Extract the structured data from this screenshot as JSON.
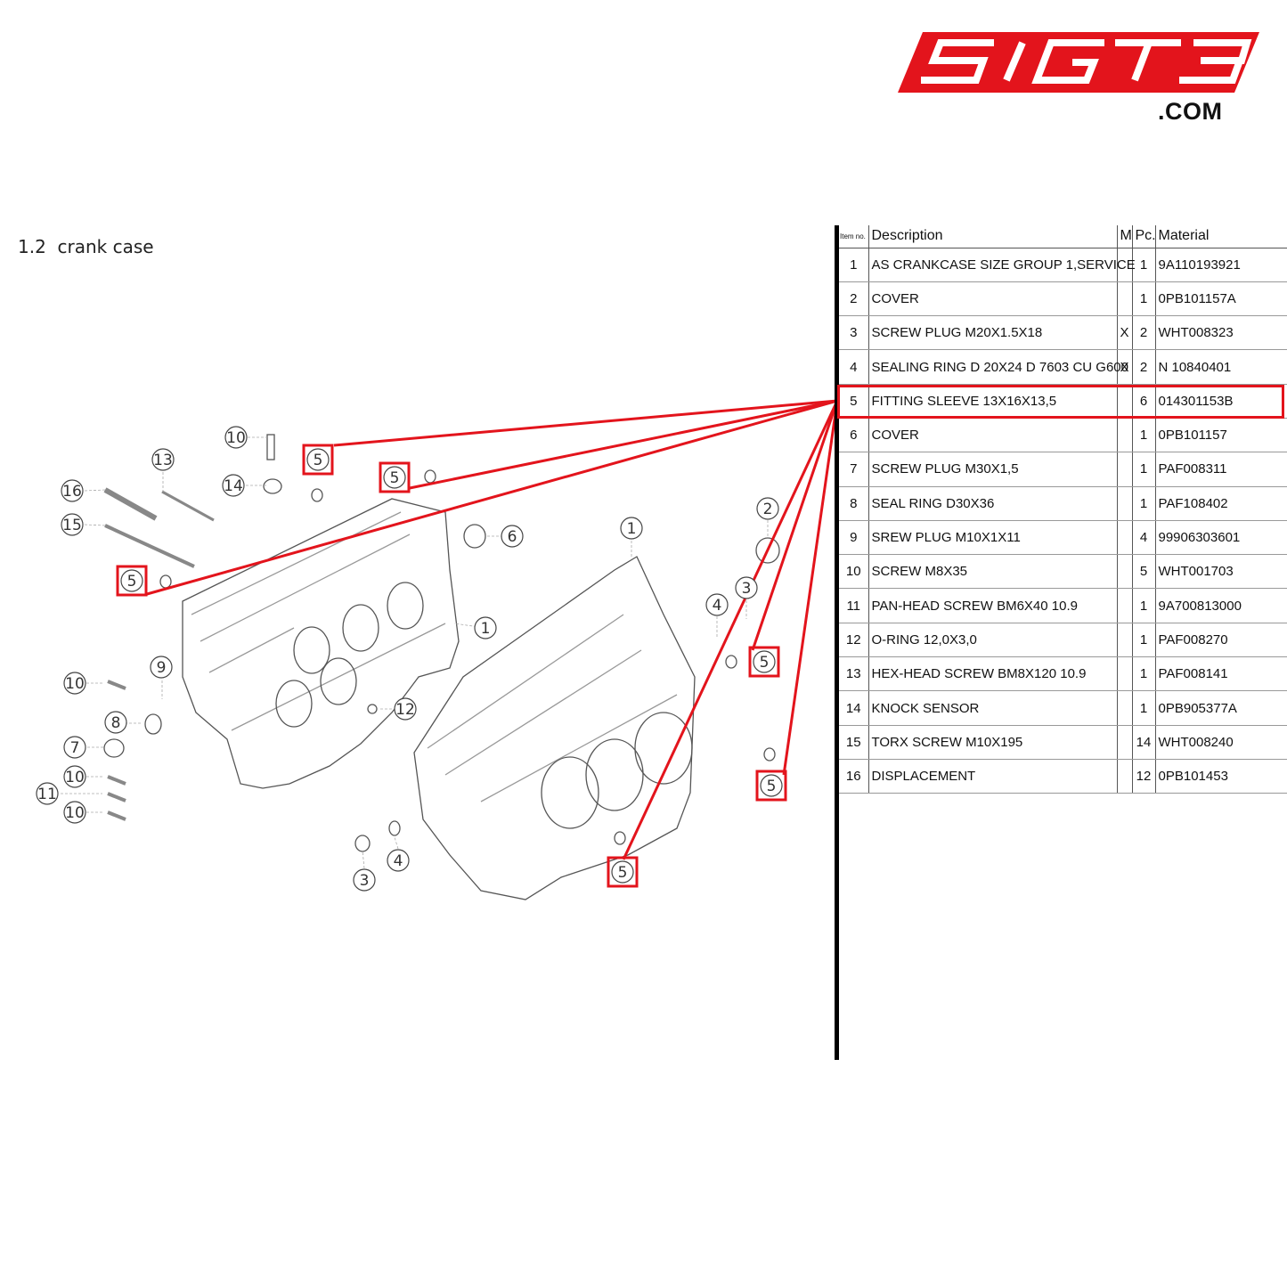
{
  "brand": {
    "logo_text": "51GT3",
    "domain_suffix": ".COM",
    "color": "#e3141c"
  },
  "section": {
    "number": "1.2",
    "title": "crank case"
  },
  "table": {
    "headers": {
      "item_no": "Item no.",
      "description": "Description",
      "m": "M",
      "pc": "Pc.",
      "material": "Material"
    },
    "rows": [
      {
        "item": "1",
        "description": "AS CRANKCASE SIZE GROUP 1,SERVICE",
        "m": "",
        "pc": "1",
        "material": "9A110193921"
      },
      {
        "item": "2",
        "description": "COVER",
        "m": "",
        "pc": "1",
        "material": "0PB101157A"
      },
      {
        "item": "3",
        "description": "SCREW PLUG M20X1.5X18",
        "m": "X",
        "pc": "2",
        "material": "WHT008323"
      },
      {
        "item": "4",
        "description": "SEALING RING D 20X24 D 7603 CU G600",
        "m": "X",
        "pc": "2",
        "material": "N 10840401"
      },
      {
        "item": "5",
        "description": "FITTING SLEEVE 13X16X13,5",
        "m": "",
        "pc": "6",
        "material": "014301153B"
      },
      {
        "item": "6",
        "description": "COVER",
        "m": "",
        "pc": "1",
        "material": "0PB101157"
      },
      {
        "item": "7",
        "description": "SCREW PLUG M30X1,5",
        "m": "",
        "pc": "1",
        "material": "PAF008311"
      },
      {
        "item": "8",
        "description": "SEAL RING D30X36",
        "m": "",
        "pc": "1",
        "material": "PAF108402"
      },
      {
        "item": "9",
        "description": "SREW PLUG M10X1X11",
        "m": "",
        "pc": "4",
        "material": "99906303601"
      },
      {
        "item": "10",
        "description": "SCREW M8X35",
        "m": "",
        "pc": "5",
        "material": "WHT001703"
      },
      {
        "item": "11",
        "description": "PAN-HEAD SCREW BM6X40 10.9",
        "m": "",
        "pc": "1",
        "material": "9A700813000"
      },
      {
        "item": "12",
        "description": "O-RING 12,0X3,0",
        "m": "",
        "pc": "1",
        "material": "PAF008270"
      },
      {
        "item": "13",
        "description": "HEX-HEAD SCREW BM8X120 10.9",
        "m": "",
        "pc": "1",
        "material": "PAF008141"
      },
      {
        "item": "14",
        "description": "KNOCK SENSOR",
        "m": "",
        "pc": "1",
        "material": "0PB905377A"
      },
      {
        "item": "15",
        "description": "TORX SCREW M10X195",
        "m": "",
        "pc": "14",
        "material": "WHT008240"
      },
      {
        "item": "16",
        "description": "DISPLACEMENT",
        "m": "",
        "pc": "12",
        "material": "0PB101453"
      }
    ],
    "highlighted_item": "5",
    "highlight_color": "#e3141c"
  },
  "diagram": {
    "callouts": [
      "10",
      "13",
      "14",
      "16",
      "15",
      "5",
      "5",
      "6",
      "2",
      "1",
      "3",
      "4",
      "5",
      "9",
      "10",
      "8",
      "7",
      "10",
      "11",
      "10",
      "12",
      "5",
      "5",
      "3",
      "4",
      "1"
    ],
    "highlighted_callout": "5"
  }
}
